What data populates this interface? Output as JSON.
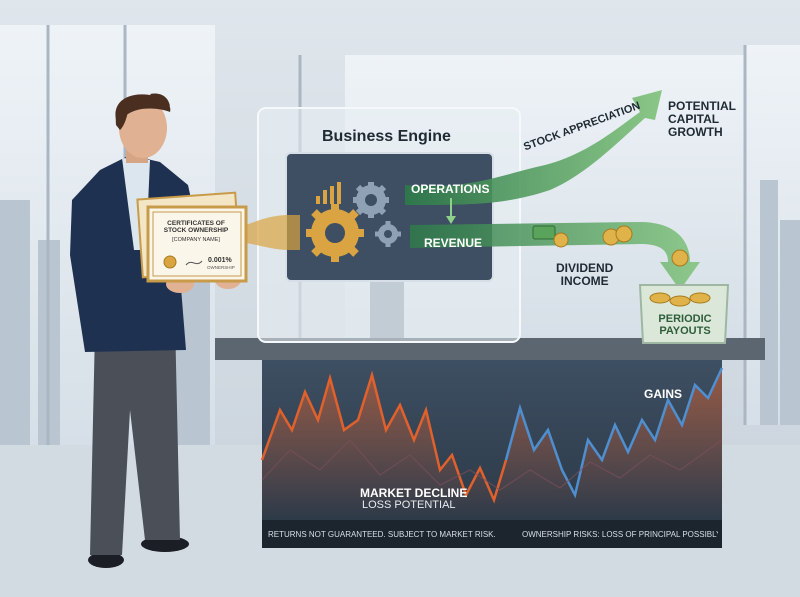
{
  "certificate": {
    "title_line1": "CERTIFICATES OF",
    "title_line2": "STOCK OWNERSHIP",
    "company": "[COMPANY NAME]",
    "share": "0.001%",
    "share_caption": "OWNERSHIP"
  },
  "engine": {
    "title": "Business Engine",
    "operations": "OPERATIONS",
    "revenue": "REVENUE"
  },
  "flows": {
    "appreciation": "STOCK APPRECIATION",
    "growth_line1": "POTENTIAL",
    "growth_line2": "CAPITAL",
    "growth_line3": "GROWTH",
    "dividend_line1": "DIVIDEND",
    "dividend_line2": "INCOME",
    "payouts_line1": "PERIODIC",
    "payouts_line2": "PAYOUTS"
  },
  "market": {
    "gains": "GAINS",
    "decline": "MARKET DECLINE",
    "loss": "LOSS POTENTIAL",
    "disclaimer_left": "RETURNS NOT GUARANTEED. SUBJECT TO MARKET RISK.",
    "disclaimer_right": "OWNERSHIP RISKS: LOSS OF PRINCIPAL POSSIBLY"
  },
  "colors": {
    "flow_green": "#4f9a52",
    "gain_blue": "#4f8fd0",
    "loss_red": "#d9532b",
    "gold": "#d9a441"
  }
}
